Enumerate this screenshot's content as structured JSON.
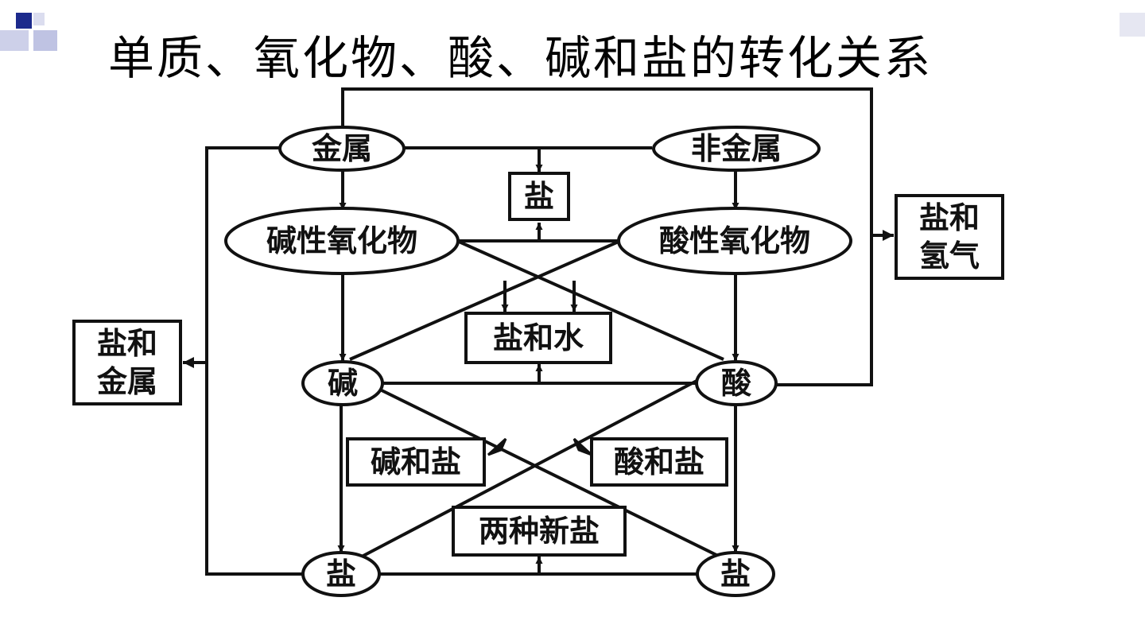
{
  "title": "单质、氧化物、酸、碱和盐的转化关系",
  "nodes": {
    "metal": "金属",
    "nonmetal": "非金属",
    "salt_top": "盐",
    "basic_oxide": "碱性氧化物",
    "acidic_oxide": "酸性氧化物",
    "salt_water": "盐和水",
    "salt_hydrogen_line1": "盐和",
    "salt_hydrogen_line2": "氢气",
    "salt_metal_line1": "盐和",
    "salt_metal_line2": "金属",
    "base": "碱",
    "acid": "酸",
    "base_salt": "碱和盐",
    "acid_salt": "酸和盐",
    "two_new_salts": "两种新盐",
    "salt_left": "盐",
    "salt_right": "盐"
  },
  "colors": {
    "line": "#111111",
    "deco_dark": "#1c2a8c",
    "deco_light": "#b8bce0"
  }
}
